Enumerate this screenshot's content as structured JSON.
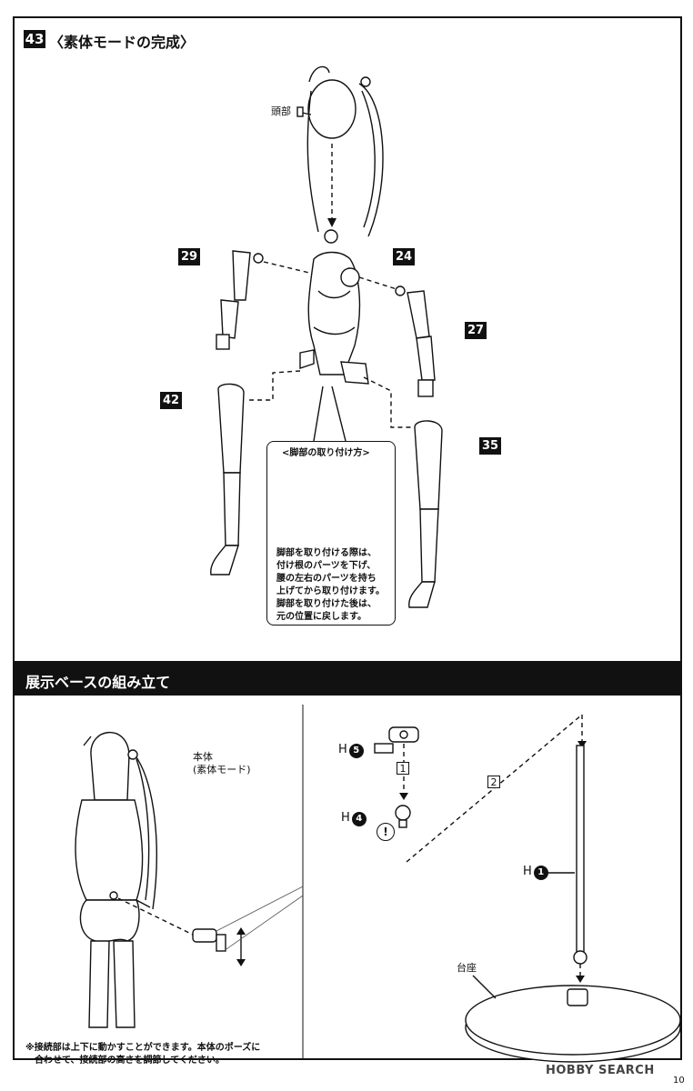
{
  "step": {
    "number": "43",
    "title": "〈素体モードの完成〉"
  },
  "labels": {
    "head": "頭部",
    "p29": "29",
    "p24": "24",
    "p27": "27",
    "p42": "42",
    "p35": "35"
  },
  "callout": {
    "title": "<脚部の取り付け方>",
    "lines": [
      "脚部を取り付ける際は、",
      "付け根のパーツを下げ、",
      "腰の左右のパーツを持ち",
      "上げてから取り付けます。",
      "脚部を取り付けた後は、",
      "元の位置に戻します。"
    ]
  },
  "section": {
    "title": "展示ベースの組み立て"
  },
  "base": {
    "body_label_1": "本体",
    "body_label_2": "(素体モード)",
    "h5_letter": "H",
    "h5_num": "5",
    "h4_letter": "H",
    "h4_num": "4",
    "h1_letter": "H",
    "h1_num": "1",
    "warn": "!",
    "step1": "1",
    "step2": "2",
    "pedestal": "台座",
    "note_1": "※接続部は上下に動かすことができます。本体のポーズに",
    "note_2": "合わせて、接続部の高さを調節してください。"
  },
  "watermark": "HOBBY SEARCH",
  "page_number": "10"
}
